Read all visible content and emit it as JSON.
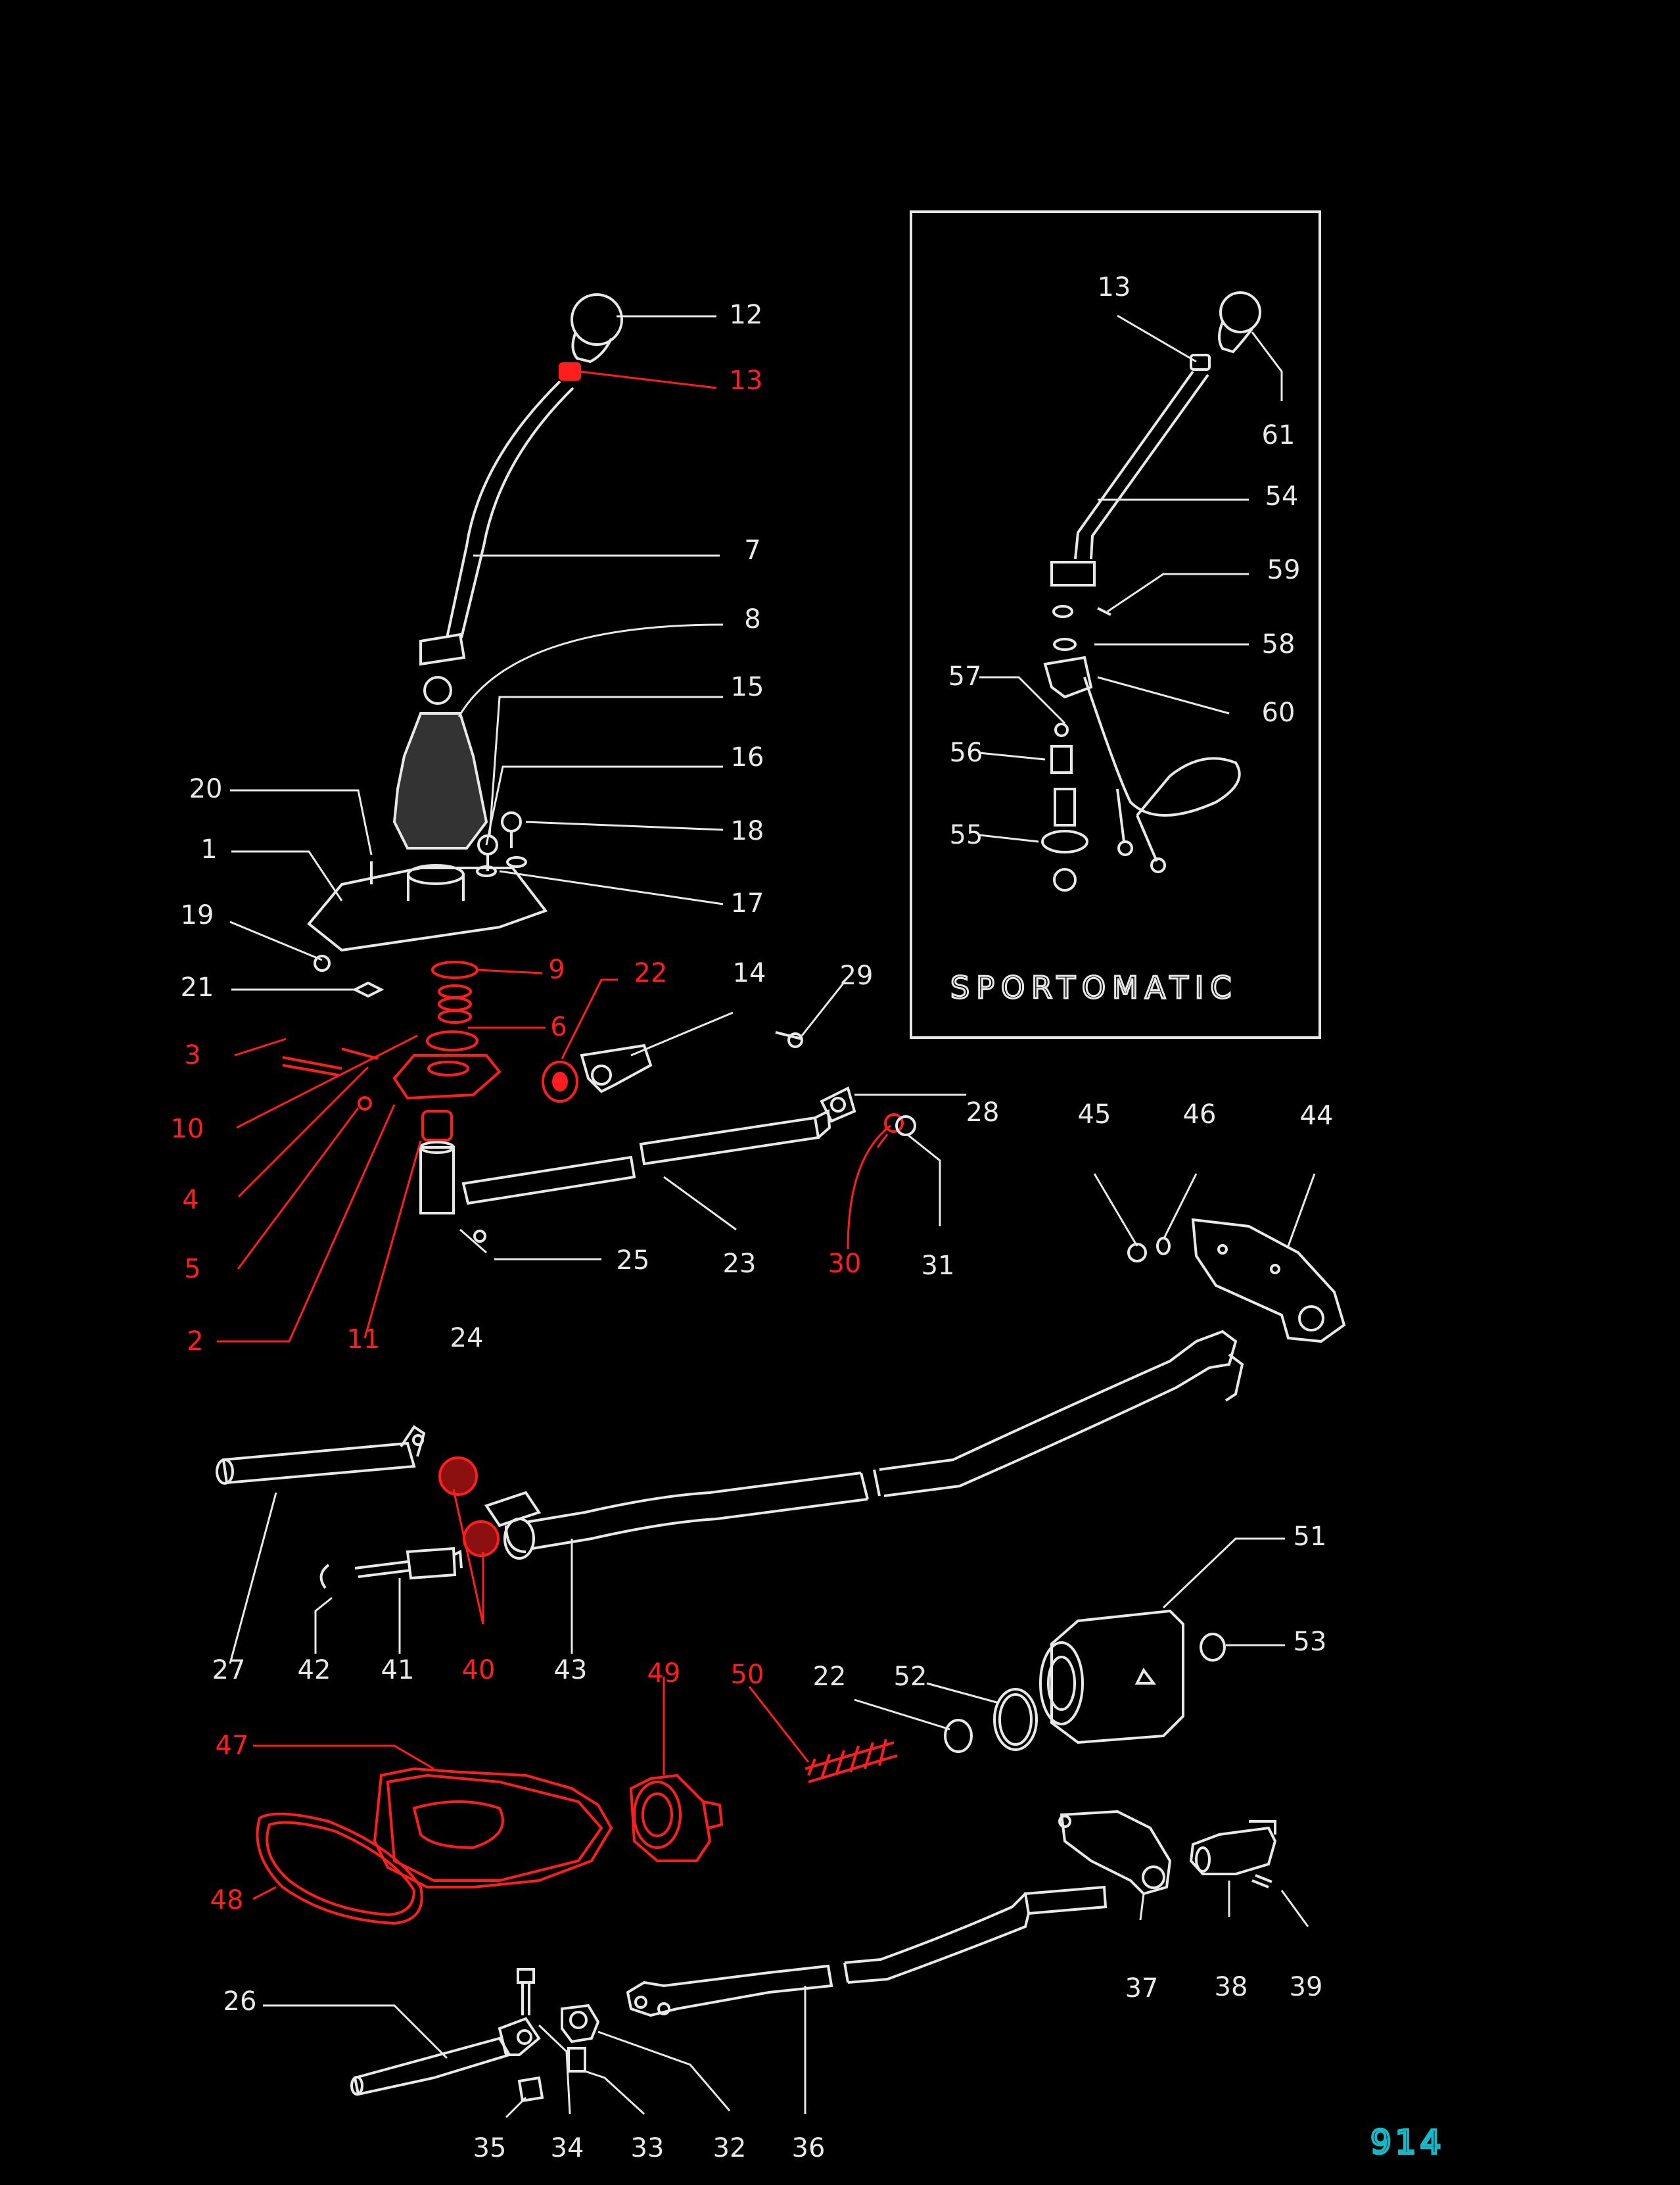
{
  "colors": {
    "background": "#000000",
    "line": "#e8e8e8",
    "highlight": "#ff1e1e",
    "brand": "#18b8c8"
  },
  "inset": {
    "title": "SPORTOMATIC"
  },
  "brand_mark": "914",
  "callouts": [
    {
      "id": "c12",
      "text": "12",
      "color": "white"
    },
    {
      "id": "c13",
      "text": "13",
      "color": "red"
    },
    {
      "id": "c7",
      "text": "7",
      "color": "white"
    },
    {
      "id": "c8",
      "text": "8",
      "color": "white"
    },
    {
      "id": "c15",
      "text": "15",
      "color": "white"
    },
    {
      "id": "c16",
      "text": "16",
      "color": "white"
    },
    {
      "id": "c20",
      "text": "20",
      "color": "white"
    },
    {
      "id": "c18",
      "text": "18",
      "color": "white"
    },
    {
      "id": "c1",
      "text": "1",
      "color": "white"
    },
    {
      "id": "c17",
      "text": "17",
      "color": "white"
    },
    {
      "id": "c19",
      "text": "19",
      "color": "white"
    },
    {
      "id": "c9",
      "text": "9",
      "color": "red"
    },
    {
      "id": "c22a",
      "text": "22",
      "color": "red"
    },
    {
      "id": "c14",
      "text": "14",
      "color": "white"
    },
    {
      "id": "c29",
      "text": "29",
      "color": "white"
    },
    {
      "id": "c21",
      "text": "21",
      "color": "white"
    },
    {
      "id": "c6",
      "text": "6",
      "color": "red"
    },
    {
      "id": "c3",
      "text": "3",
      "color": "red"
    },
    {
      "id": "c10",
      "text": "10",
      "color": "red"
    },
    {
      "id": "c28",
      "text": "28",
      "color": "white"
    },
    {
      "id": "c4",
      "text": "4",
      "color": "red"
    },
    {
      "id": "c5",
      "text": "5",
      "color": "red"
    },
    {
      "id": "c25",
      "text": "25",
      "color": "white"
    },
    {
      "id": "c23",
      "text": "23",
      "color": "white"
    },
    {
      "id": "c30",
      "text": "30",
      "color": "red"
    },
    {
      "id": "c31",
      "text": "31",
      "color": "white"
    },
    {
      "id": "c2",
      "text": "2",
      "color": "red"
    },
    {
      "id": "c11",
      "text": "11",
      "color": "red"
    },
    {
      "id": "c24",
      "text": "24",
      "color": "white"
    },
    {
      "id": "c45",
      "text": "45",
      "color": "white"
    },
    {
      "id": "c46",
      "text": "46",
      "color": "white"
    },
    {
      "id": "c44",
      "text": "44",
      "color": "white"
    },
    {
      "id": "c13i",
      "text": "13",
      "color": "white"
    },
    {
      "id": "c61",
      "text": "61",
      "color": "white"
    },
    {
      "id": "c54",
      "text": "54",
      "color": "white"
    },
    {
      "id": "c59",
      "text": "59",
      "color": "white"
    },
    {
      "id": "c58",
      "text": "58",
      "color": "white"
    },
    {
      "id": "c57",
      "text": "57",
      "color": "white"
    },
    {
      "id": "c60",
      "text": "60",
      "color": "white"
    },
    {
      "id": "c56",
      "text": "56",
      "color": "white"
    },
    {
      "id": "c55",
      "text": "55",
      "color": "white"
    },
    {
      "id": "c51",
      "text": "51",
      "color": "white"
    },
    {
      "id": "c53",
      "text": "53",
      "color": "white"
    },
    {
      "id": "c27",
      "text": "27",
      "color": "white"
    },
    {
      "id": "c42",
      "text": "42",
      "color": "white"
    },
    {
      "id": "c41",
      "text": "41",
      "color": "white"
    },
    {
      "id": "c40",
      "text": "40",
      "color": "red"
    },
    {
      "id": "c43",
      "text": "43",
      "color": "white"
    },
    {
      "id": "c49",
      "text": "49",
      "color": "red"
    },
    {
      "id": "c50",
      "text": "50",
      "color": "red"
    },
    {
      "id": "c22b",
      "text": "22",
      "color": "white"
    },
    {
      "id": "c52",
      "text": "52",
      "color": "white"
    },
    {
      "id": "c47",
      "text": "47",
      "color": "red"
    },
    {
      "id": "c48",
      "text": "48",
      "color": "red"
    },
    {
      "id": "c26",
      "text": "26",
      "color": "white"
    },
    {
      "id": "c37",
      "text": "37",
      "color": "white"
    },
    {
      "id": "c38",
      "text": "38",
      "color": "white"
    },
    {
      "id": "c39",
      "text": "39",
      "color": "white"
    },
    {
      "id": "c35",
      "text": "35",
      "color": "white"
    },
    {
      "id": "c34",
      "text": "34",
      "color": "white"
    },
    {
      "id": "c33",
      "text": "33",
      "color": "white"
    },
    {
      "id": "c32",
      "text": "32",
      "color": "white"
    },
    {
      "id": "c36",
      "text": "36",
      "color": "white"
    }
  ]
}
